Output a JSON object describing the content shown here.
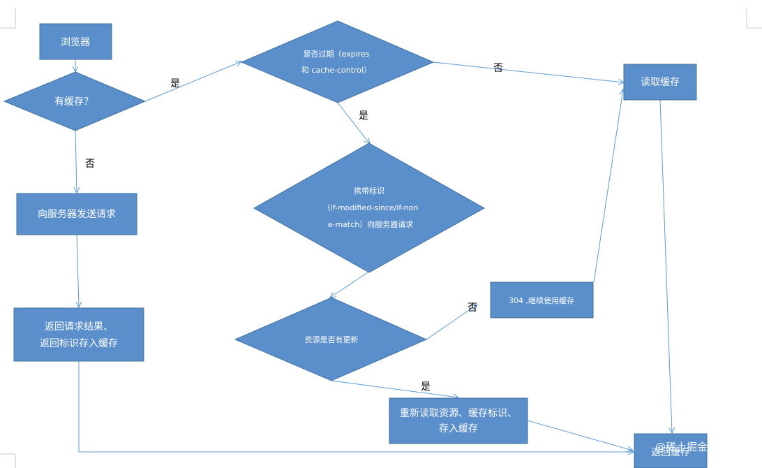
{
  "nodes": {
    "browser": "浏览器",
    "has_cache": "有缓存？",
    "expired_line1": "是否过期（expires",
    "expired_line2": "和 cache-control）",
    "read_cache": "读取缓存",
    "send_request": "向服务器发送请求",
    "carry_line1": "携带标识",
    "carry_line2": "（if-modified-since/if-non",
    "carry_line3": "e-match）向服务器请求",
    "return_line1": "返回请求结果、",
    "return_line2": "返回标识存入缓存",
    "updated": "资源是否有更新",
    "not_modified": "304 ,继续使用缓存",
    "reread_line1": "重新读取资源、缓存标识、",
    "reread_line2": "存入缓存",
    "return_cache": "返回缓存"
  },
  "edge_labels": {
    "has_cache_yes": "是",
    "has_cache_no": "否",
    "expired_no": "否",
    "expired_yes": "是",
    "updated_no": "否",
    "updated_yes": "是"
  },
  "watermark": "@稀土掘金技术社区",
  "colors": {
    "shape_fill": "#5b8fcb",
    "shape_stroke": "#41719c",
    "arrow": "#5b9bd5",
    "label": "#000000"
  }
}
